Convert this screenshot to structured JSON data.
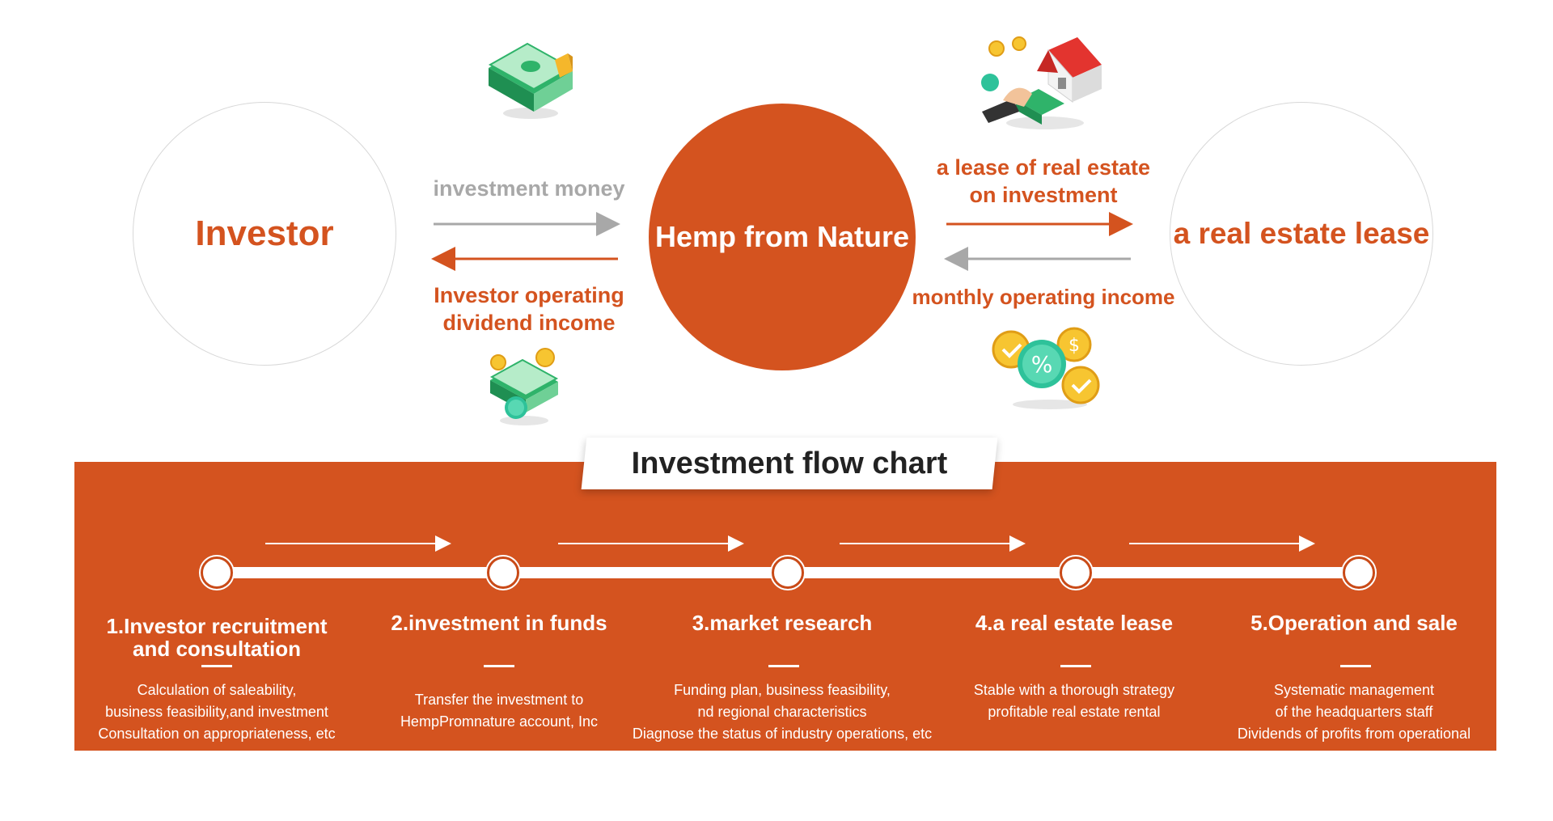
{
  "diagram": {
    "investor_label": "Investor",
    "center_label": "Hemp from Nature",
    "lease_label": "a real estate lease",
    "investment_money": "investment money",
    "dividend_line1": "Investor operating",
    "dividend_line2": "dividend income",
    "lease_invest_line1": "a lease of real estate",
    "lease_invest_line2": "on investment",
    "monthly_income": "monthly operating income"
  },
  "colors": {
    "accent": "#d4531f",
    "muted": "#a8a8a8"
  },
  "icons": {
    "top_left": "money-stack-icon",
    "bottom_left": "money-coins-icon",
    "top_right": "house-key-icon",
    "bottom_right": "coins-percent-icon"
  },
  "flow": {
    "title": "Investment flow chart",
    "steps": [
      {
        "title_line1": "1.Investor recruitment",
        "title_line2": "and consultation",
        "desc": [
          "Calculation of saleability,",
          "business feasibility,and investment",
          "Consultation on appropriateness, etc"
        ]
      },
      {
        "title_line1": "2.investment in funds",
        "title_line2": "",
        "desc": [
          "Transfer the investment to",
          "HempPromnature account, Inc",
          ""
        ]
      },
      {
        "title_line1": "3.market research",
        "title_line2": "",
        "desc": [
          "Funding plan, business feasibility,",
          "nd regional characteristics",
          "Diagnose the status of industry operations, etc"
        ]
      },
      {
        "title_line1": "4.a real estate lease",
        "title_line2": "",
        "desc": [
          "Stable with a thorough strategy",
          "profitable real estate rental",
          ""
        ]
      },
      {
        "title_line1": "5.Operation and sale",
        "title_line2": "",
        "desc": [
          "Systematic management",
          "of the headquarters staff",
          "Dividends of profits from operational"
        ]
      }
    ]
  }
}
